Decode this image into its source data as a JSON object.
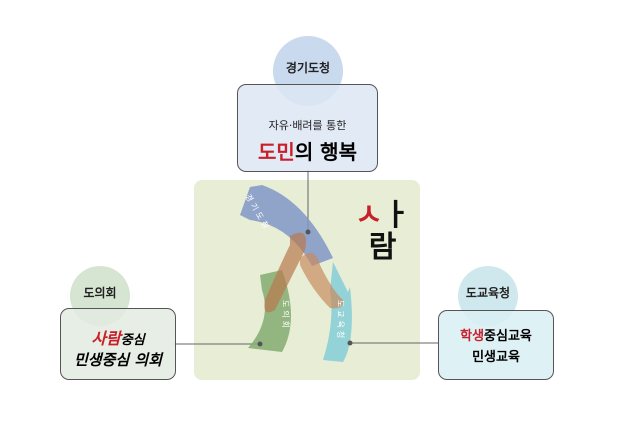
{
  "top": {
    "label": "경기도청",
    "sub": "자유·배려를 통한",
    "main_red": "도민",
    "main_rest": "의 행복",
    "circle_color": "#c9d9ee",
    "box_color": "#dde6f3"
  },
  "left": {
    "label": "도의회",
    "line1_red": "사람",
    "line1_rest": "중심",
    "line2": "민생중심 의회",
    "circle_color": "#d6e4d2",
    "box_color": "#e3ebe0"
  },
  "right": {
    "label": "도교육청",
    "line1_red": "학생",
    "line1_rest": "중심교육",
    "line2": "민생교육",
    "circle_color": "#cfe8ee",
    "box_color": "#d8eef3"
  },
  "center": {
    "title_red": "ㅅ",
    "title_rest1": "ㅏ",
    "title_rest2": "람",
    "band_top": "경기도청",
    "band_left": "도의회",
    "band_right": "도교육청",
    "panel_color": "#e7eed5"
  },
  "colors": {
    "red": "#c8202a"
  }
}
